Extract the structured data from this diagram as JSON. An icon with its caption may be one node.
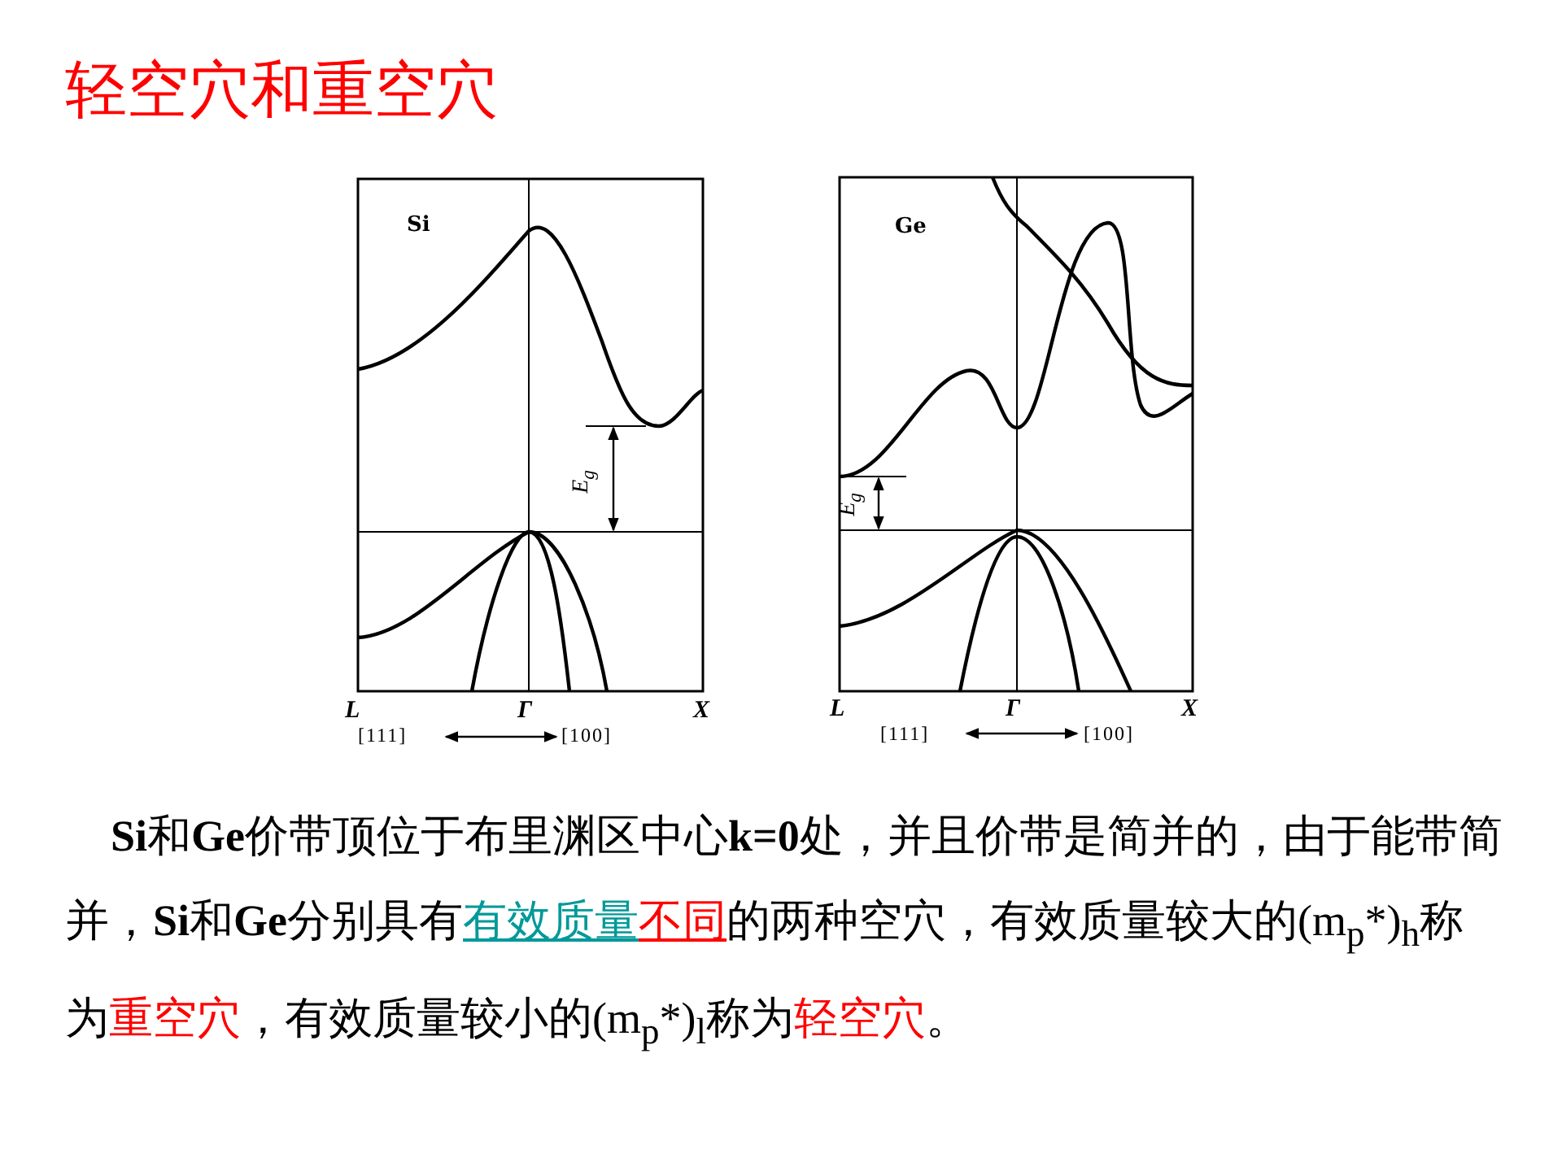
{
  "diagram": {
    "title": "轻空穴和重空穴",
    "nodes": [
      {
        "text": [
          "Si",
          "E$_{g}$"
        ],
        "beside": [
          "L",
          "Γ",
          "X",
          "[111]",
          "[100]"
        ]
      },
      {
        "text": [
          "Ge",
          "E$_{g}$"
        ],
        "beside": [
          "L",
          "Γ",
          "X",
          "[111]",
          "[100]"
        ]
      }
    ],
    "labels": [
      "**Si**和**Ge**价带顶位于布里渊区中心**k=0**处，并且价带是简并的，由于能带简并，**Si**和**Ge**分别具有",
      "有效质量",
      "不同",
      "的两种空穴，有效质量较大的(m$_{p}$*)$_{h}$称为",
      "重空穴",
      "，有效质量较小的(m$_{p}$*)$_{l}$称为",
      "轻空穴",
      "。"
    ]
  }
}
